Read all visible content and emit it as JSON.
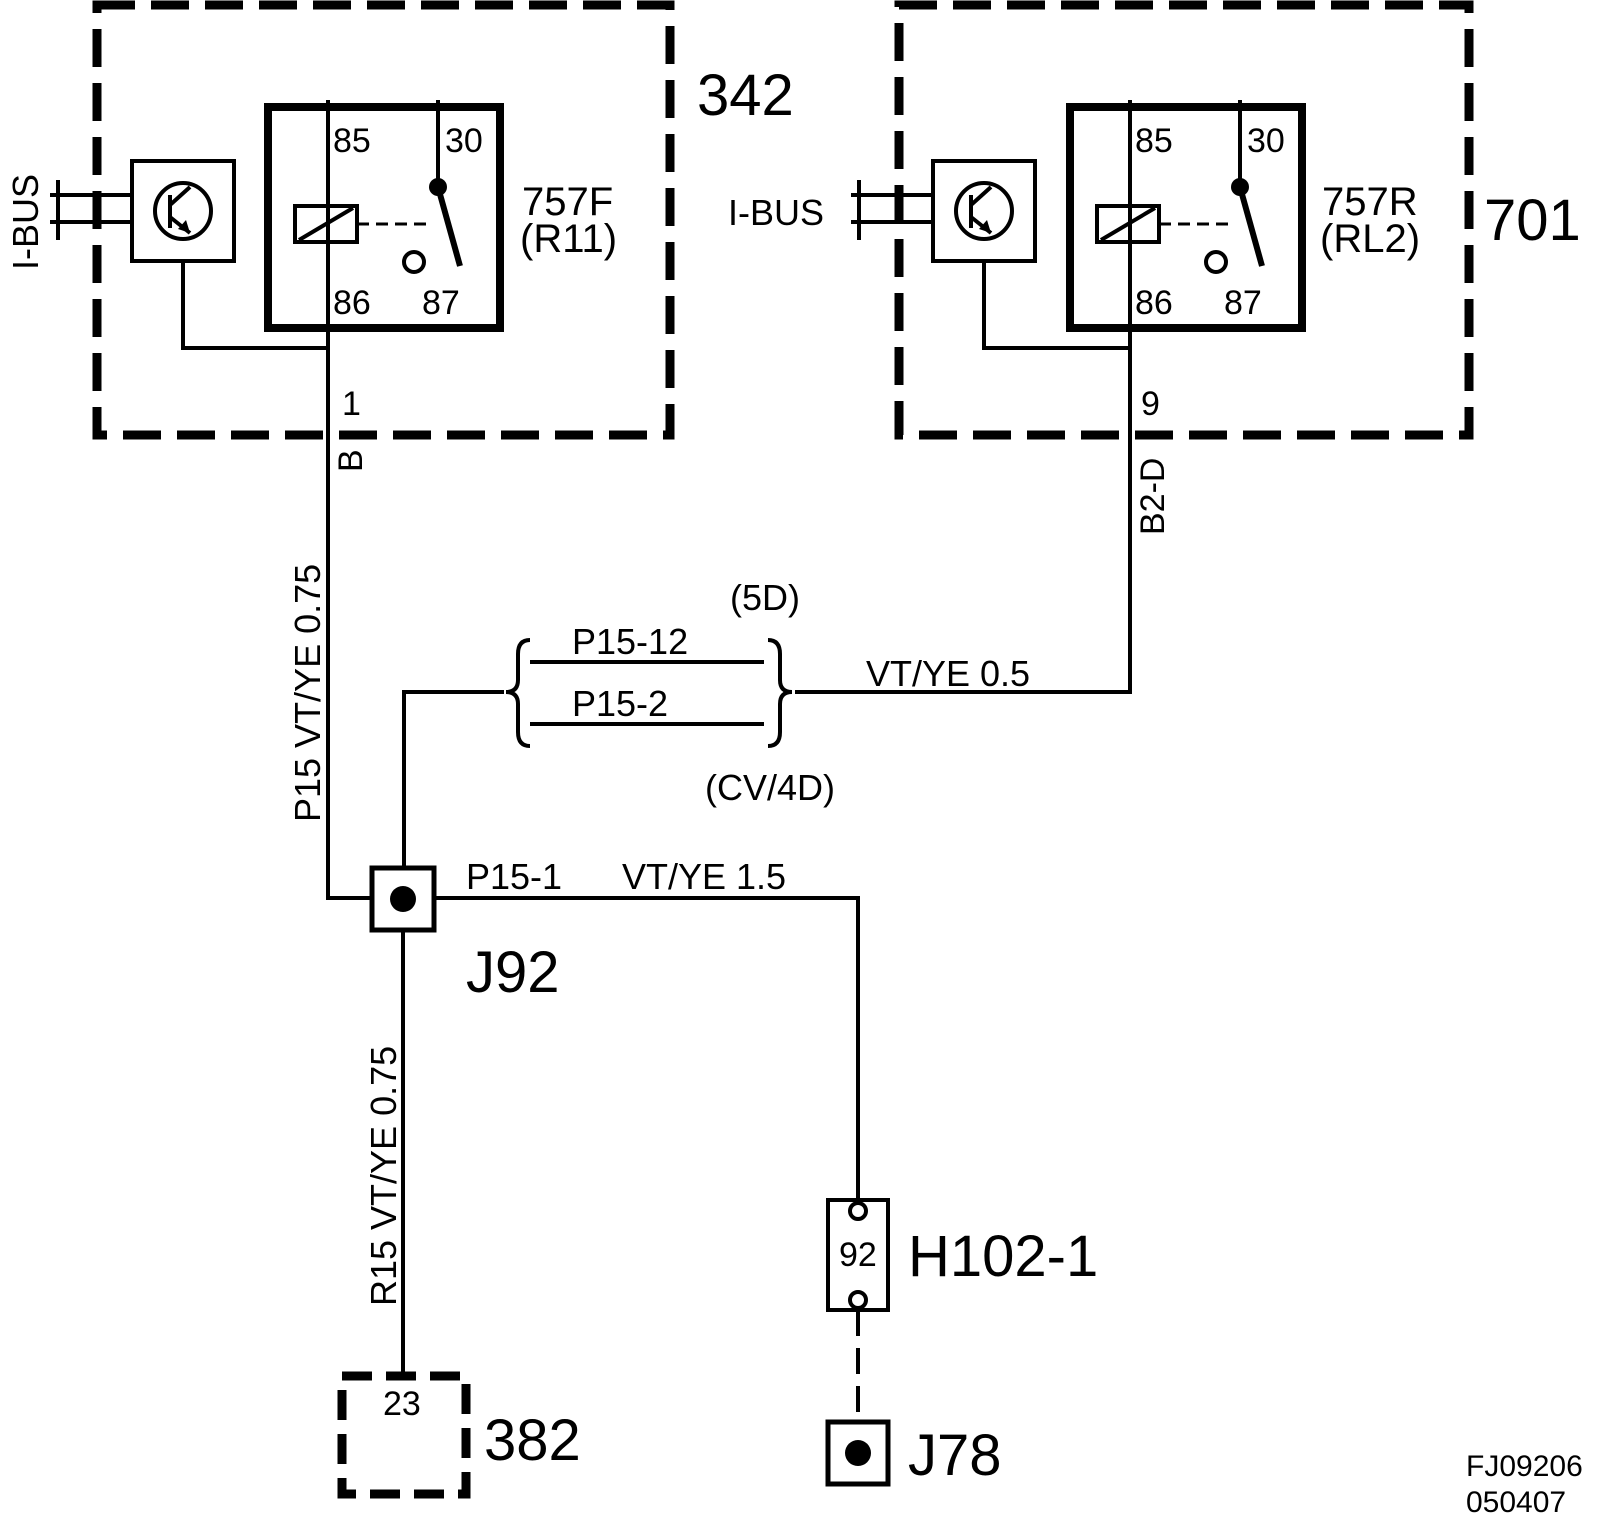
{
  "modules": {
    "left": {
      "number": "342",
      "pin": "1",
      "connector": "B",
      "relay_name": "757F",
      "relay_ref": "(R11)",
      "bus": "I-BUS"
    },
    "right": {
      "number": "701",
      "pin": "9",
      "connector": "B2-D",
      "relay_name": "757R",
      "relay_ref": "(RL2)",
      "bus": "I-BUS"
    }
  },
  "relay_pins": {
    "p85": "85",
    "p30": "30",
    "p86": "86",
    "p87": "87"
  },
  "wires": {
    "left_vertical": "P15  VT/YE  0.75",
    "variant_top": "(5D)",
    "variant_bottom": "(CV/4D)",
    "alt_top": "P15-12",
    "alt_bottom": "P15-2",
    "right_branch": "VT/YE   0.5",
    "j92_east_id": "P15-1",
    "j92_east_spec": "VT/YE  1.5",
    "lower_vertical": "R15  VT/YE  0.75"
  },
  "splice_j92": "J92",
  "connector_382": {
    "number": "382",
    "pin": "23"
  },
  "fuse": {
    "number": "92",
    "label": "H102-1"
  },
  "ground_j78": "J78",
  "footer": {
    "code": "FJ09206",
    "date": "050407"
  }
}
